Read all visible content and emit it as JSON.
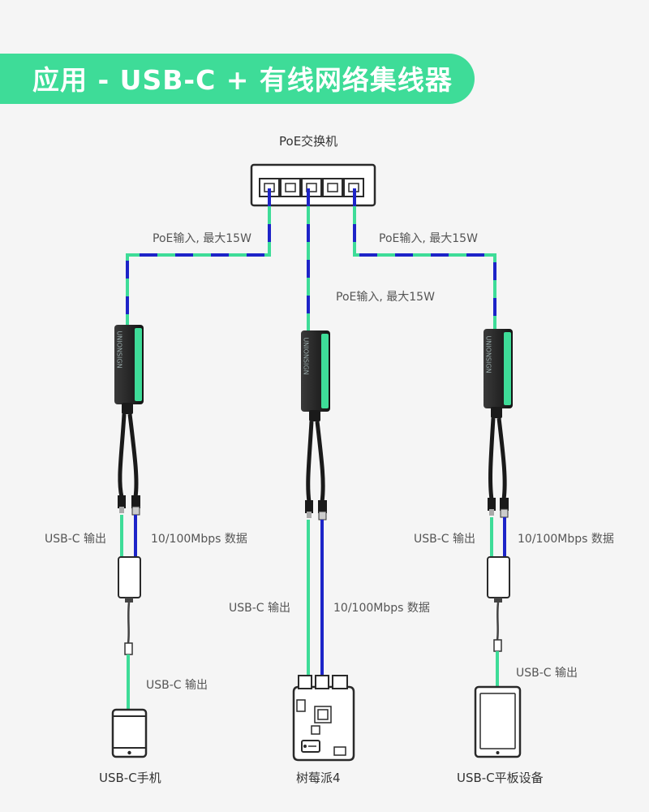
{
  "header": {
    "title": "应用 - USB-C + 有线网络集线器"
  },
  "switch": {
    "label": "PoE交换机",
    "port_count": 5
  },
  "links": {
    "left_input": "PoE输入, 最大15W",
    "center_input": "PoE输入, 最大15W",
    "right_input": "PoE输入, 最大15W"
  },
  "splitter": {
    "brand": "UNIONSIGN"
  },
  "outputs": {
    "left_power": "USB-C 输出",
    "left_data": "10/100Mbps 数据",
    "left_cable": "USB-C 输出",
    "center_power": "USB-C 输出",
    "center_data": "10/100Mbps 数据",
    "right_power": "USB-C 输出",
    "right_data": "10/100Mbps 数据",
    "right_cable": "USB-C 输出"
  },
  "devices": {
    "left": "USB-C手机",
    "center": "树莓派4",
    "right": "USB-C平板设备"
  },
  "colors": {
    "accent": "#3edc98",
    "data_blue": "#1d24c8",
    "power_green": "#3edc98",
    "device_dark": "#222222"
  }
}
